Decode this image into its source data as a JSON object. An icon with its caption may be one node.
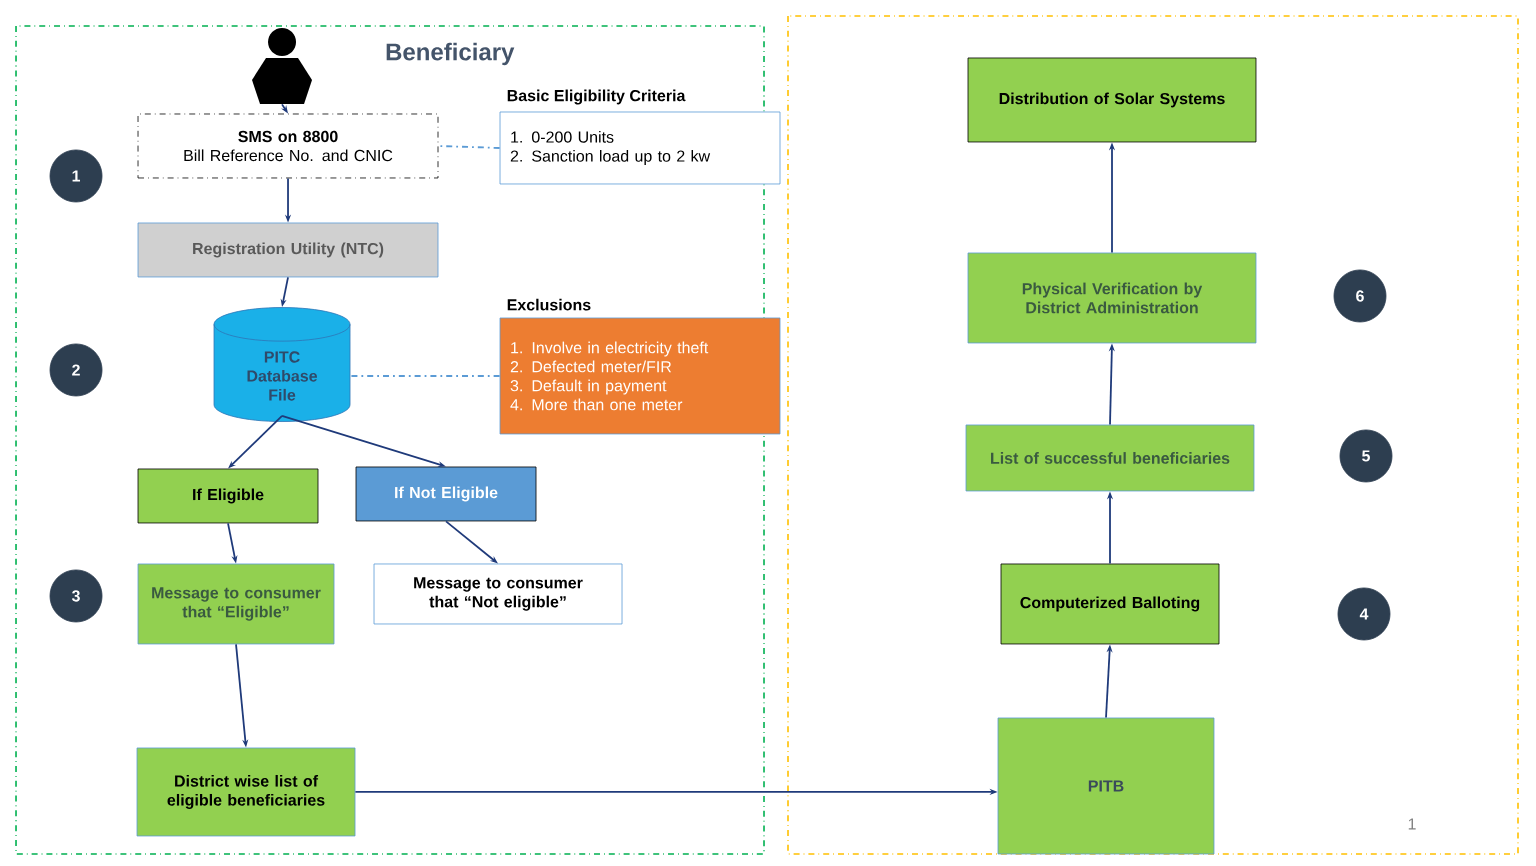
{
  "diagram": {
    "nodes": [
      {
        "text": [],
        "shape": "person",
        "beside": [
          "Beneficiary"
        ]
      },
      {
        "text": [
          "SMS on 8800",
          "Bill Reference No. and CNIC"
        ]
      },
      {
        "text": [
          "Basic Eligibility Criteria",
          "1. 0-200 Units",
          "2. Sanction load up to 2 kw"
        ]
      },
      {
        "text": [
          "Registration Utility (NTC)"
        ]
      },
      {
        "text": [
          "PITC Database File"
        ]
      },
      {
        "text": [
          "Exclusions",
          "1. Involve in electricity theft",
          "2. Defected meter/FIR",
          "3. Default in payment",
          "4. More than one meter"
        ]
      },
      {
        "text": [
          "If Eligible"
        ]
      },
      {
        "text": [
          "If Not Eligible"
        ]
      },
      {
        "text": [
          "Message to consumer that “Eligible”"
        ]
      },
      {
        "text": [
          "Message to consumer that “Not eligible”"
        ]
      },
      {
        "text": [
          "District wise list of eligible beneficiaries"
        ]
      },
      {
        "text": [
          "PITB"
        ]
      },
      {
        "text": [
          "Computerized Balloting"
        ]
      },
      {
        "text": [
          "List of successful beneficiaries"
        ]
      },
      {
        "text": [
          "Physical Verification by District Administration"
        ]
      },
      {
        "text": [
          "Distribution of Solar Systems"
        ]
      },
      {
        "text": [
          "1"
        ]
      },
      {
        "text": [
          "2"
        ]
      },
      {
        "text": [
          "3"
        ]
      },
      {
        "text": [
          "4"
        ]
      },
      {
        "text": [
          "5"
        ]
      },
      {
        "text": [
          "6"
        ]
      }
    ],
    "edges": [
      {
        "from": 0,
        "to": 1,
        "arrow": "to"
      },
      {
        "from": 2,
        "to": 1,
        "arrow": "none",
        "style": "dashed",
        "color": "#5b9bd5"
      },
      {
        "from": 1,
        "to": 3,
        "arrow": "to"
      },
      {
        "from": 3,
        "to": 4,
        "arrow": "to"
      },
      {
        "from": 5,
        "to": 4,
        "arrow": "none",
        "style": "dashed",
        "color": "#5b9bd5"
      },
      {
        "from": 4,
        "to": 6,
        "arrow": "to"
      },
      {
        "from": 4,
        "to": 7,
        "arrow": "to"
      },
      {
        "from": 6,
        "to": 8,
        "arrow": "to"
      },
      {
        "from": 7,
        "to": 9,
        "arrow": "to"
      },
      {
        "from": 8,
        "to": 10,
        "arrow": "to"
      },
      {
        "from": 10,
        "to": 11,
        "arrow": "to"
      },
      {
        "from": 11,
        "to": 12,
        "arrow": "to"
      },
      {
        "from": 12,
        "to": 13,
        "arrow": "to"
      },
      {
        "from": 13,
        "to": 14,
        "arrow": "to"
      },
      {
        "from": 14,
        "to": 15,
        "arrow": "to"
      }
    ],
    "labels": [
      "1"
    ]
  }
}
